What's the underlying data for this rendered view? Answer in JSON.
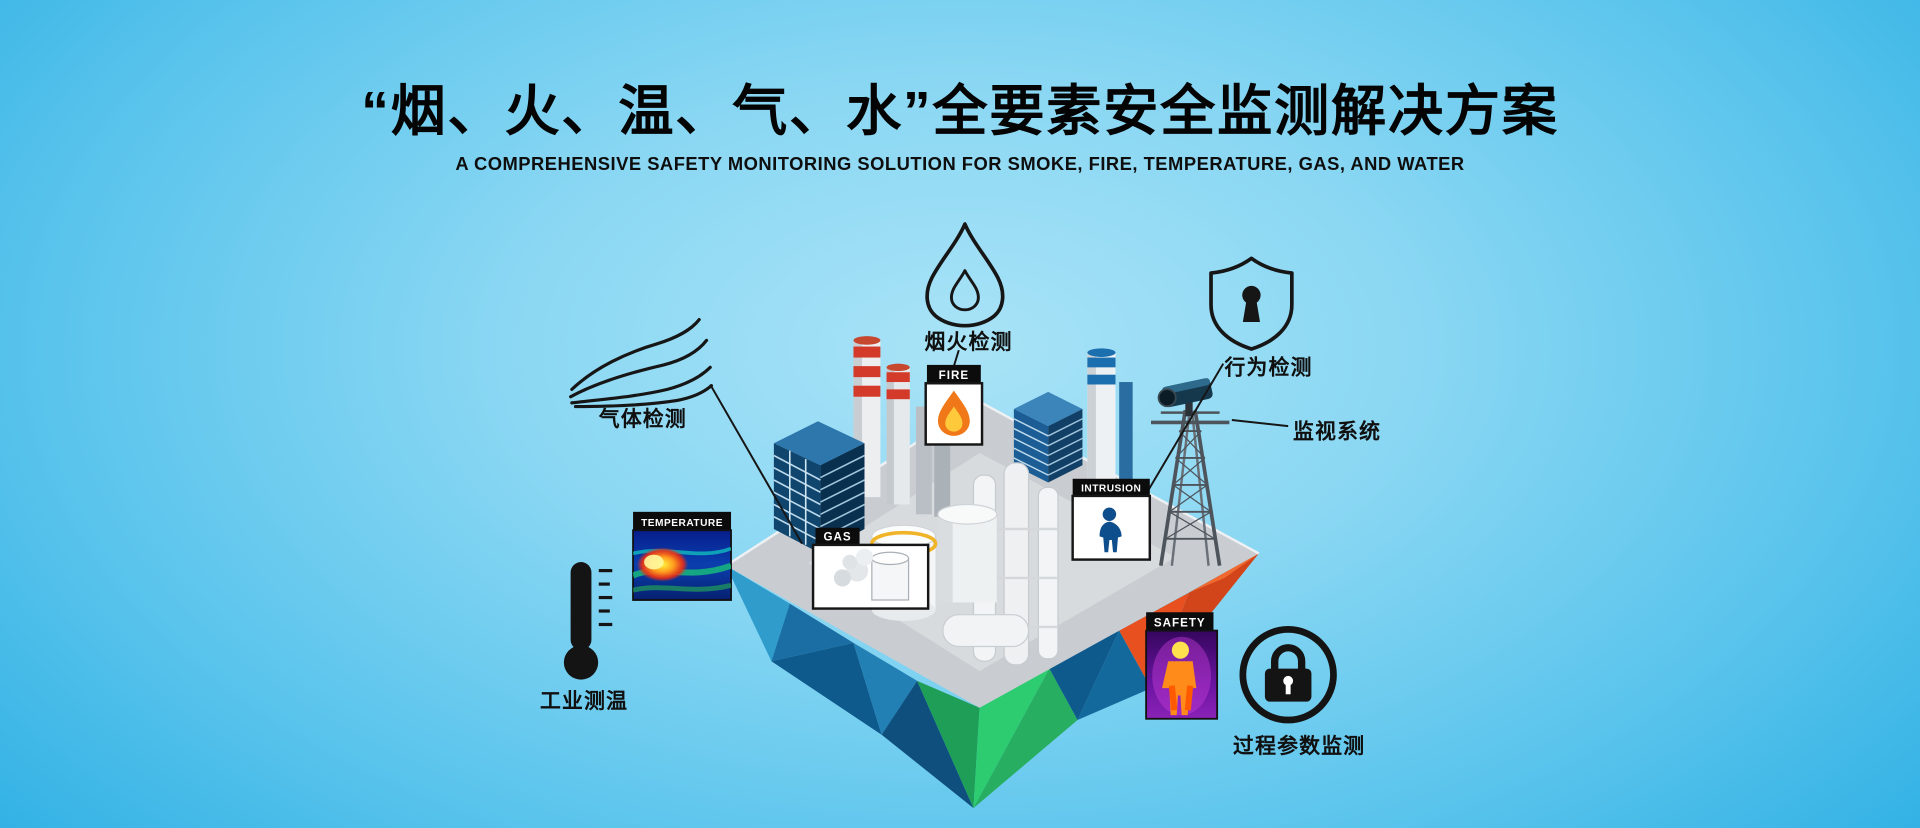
{
  "header": {
    "title": "“烟、火、温、气、水”全要素安全监测解决方案",
    "subtitle": "A COMPREHENSIVE SAFETY MONITORING SOLUTION FOR SMOKE, FIRE, TEMPERATURE, GAS, AND WATER"
  },
  "callouts": {
    "gas": {
      "label": "气体检测",
      "icon": "smoke-waves-icon"
    },
    "smoke_fire": {
      "label": "烟火检测",
      "icon": "flame-outline-icon"
    },
    "behavior": {
      "label": "行为检测",
      "icon": "shield-keyhole-icon"
    },
    "surveillance": {
      "label": "监视系统",
      "icon": "ptz-camera-icon"
    },
    "industrial_temp": {
      "label": "工业测温",
      "icon": "thermometer-icon"
    },
    "process_params": {
      "label": "过程参数监测",
      "icon": "lock-circle-icon"
    }
  },
  "scene_tags": {
    "fire": "FIRE",
    "temperature": "TEMPERATURE",
    "gas": "GAS",
    "intrusion": "INTRUSION",
    "safety": "SAFETY"
  },
  "colors": {
    "background_edge": "#2fb0e4",
    "background_center": "#a9e3f7",
    "title_text": "#040404",
    "island_top": "#c9cdd2",
    "facet_orange": "#e8511f",
    "facet_green": "#2ecc71",
    "facet_blue": "#1a6ea4",
    "flame_orange": "#f07818",
    "flame_yellow": "#ffc93c"
  }
}
